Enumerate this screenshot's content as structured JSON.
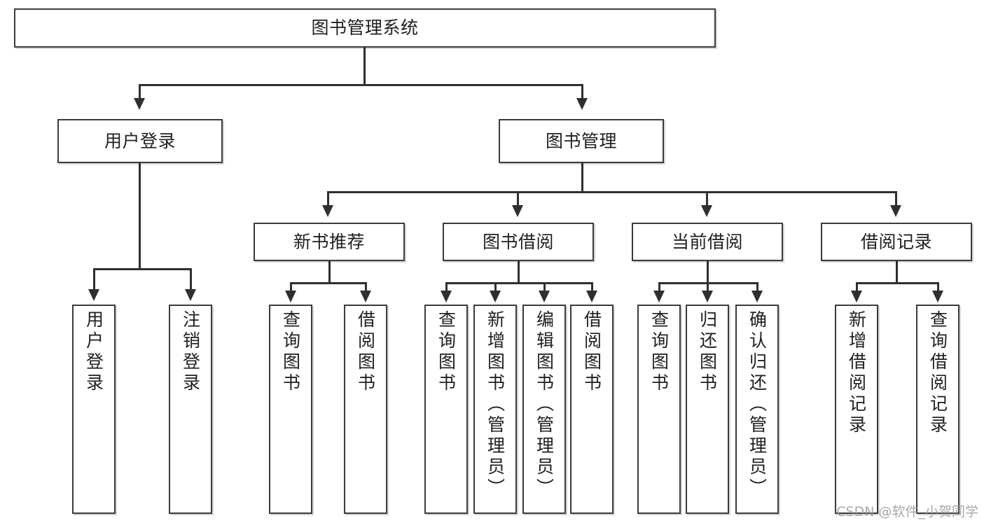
{
  "diagram": {
    "type": "tree",
    "title": "图书管理系统",
    "watermark": "CSDN @软件_小贺同学",
    "colors": {
      "box_border": "#3b3b3b",
      "connector": "#2f2f2f",
      "text": "#1f1f1f",
      "background": "#ffffff",
      "watermark": "#9a9a9a"
    },
    "nodes": {
      "root": {
        "label": "图书管理系统"
      },
      "level2": [
        {
          "label": "用户登录"
        },
        {
          "label": "图书管理"
        }
      ],
      "level3": [
        {
          "label": "新书推荐"
        },
        {
          "label": "图书借阅"
        },
        {
          "label": "当前借阅"
        },
        {
          "label": "借阅记录"
        }
      ],
      "leaves": {
        "user_login": [
          {
            "label": "用户登录"
          },
          {
            "label": "注销登录"
          }
        ],
        "new_book": [
          {
            "label": "查询图书"
          },
          {
            "label": "借阅图书"
          }
        ],
        "book_borrow": [
          {
            "label": "查询图书"
          },
          {
            "label": "新增图书（管理员）"
          },
          {
            "label": "编辑图书（管理员）"
          },
          {
            "label": "借阅图书"
          }
        ],
        "current_borrow": [
          {
            "label": "查询图书"
          },
          {
            "label": "归还图书"
          },
          {
            "label": "确认归还（管理员）"
          }
        ],
        "borrow_record": [
          {
            "label": "新增借阅记录"
          },
          {
            "label": "查询借阅记录"
          }
        ]
      }
    }
  }
}
